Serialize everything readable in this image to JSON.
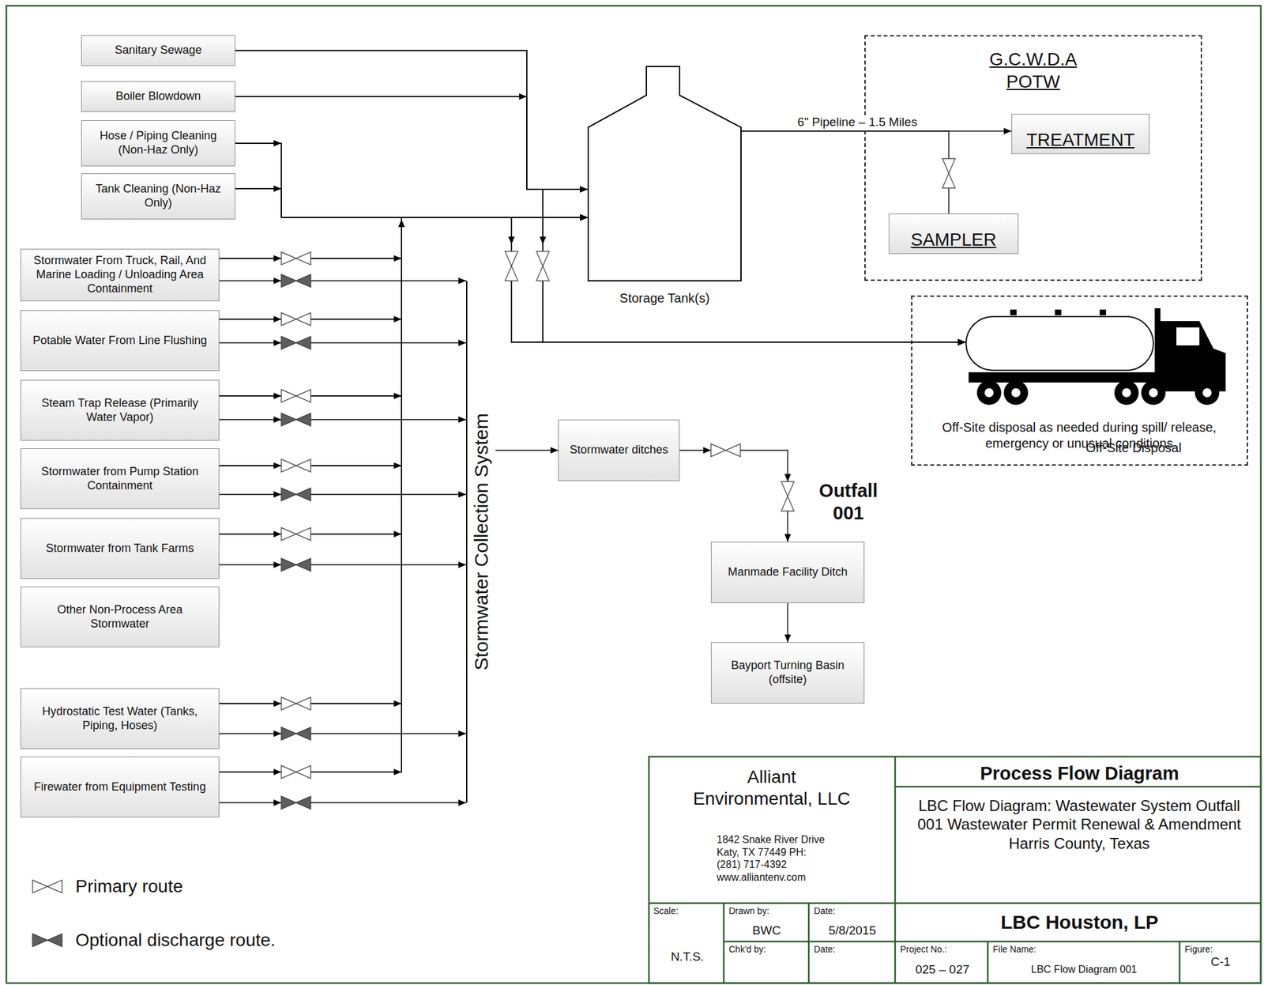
{
  "diagram": {
    "title": "Process Flow Diagram",
    "nodes": [
      {
        "text": [
          "Sanitary Sewage"
        ]
      },
      {
        "text": [
          "Boiler Blowdown"
        ]
      },
      {
        "text": [
          "Hose / Piping Cleaning (Non-Haz Only)"
        ]
      },
      {
        "text": [
          "Tank Cleaning (Non-Haz Only)"
        ]
      },
      {
        "text": [
          "Stormwater From Truck, Rail, And Marine Loading / Unloading Area Containment"
        ]
      },
      {
        "text": [
          "Potable Water From Line Flushing"
        ]
      },
      {
        "text": [
          "Steam Trap Release (Primarily Water Vapor)"
        ]
      },
      {
        "text": [
          "Stormwater from Pump Station Containment"
        ]
      },
      {
        "text": [
          "Stormwater from Tank Farms"
        ]
      },
      {
        "text": [
          "Other Non-Process Area Stormwater"
        ]
      },
      {
        "text": [
          "Hydrostatic Test Water (Tanks, Piping, Hoses)"
        ]
      },
      {
        "text": [
          "Firewater from Equipment Testing"
        ]
      },
      {
        "text": [
          "Storage Tank(s)"
        ]
      },
      {
        "text": [
          "G.C.W.D.A POTW"
        ]
      },
      {
        "text": [
          "TREATMENT"
        ],
        "in": 13
      },
      {
        "text": [
          "SAMPLER"
        ],
        "in": 13
      },
      {
        "text": [
          "Off-Site disposal as needed during spill/ release, emergency or unusual conditions"
        ]
      },
      {
        "text": [
          "Off-Site Disposal"
        ],
        "in": 16
      },
      {
        "text": [
          "Stormwater Collection System"
        ]
      },
      {
        "text": [
          "Stormwater ditches"
        ]
      },
      {
        "text": [
          "Manmade Facility Ditch"
        ]
      },
      {
        "text": [
          "Bayport Turning Basin (offsite)"
        ]
      }
    ],
    "edges": [
      {
        "from": 0,
        "to": 12,
        "arrow": "to"
      },
      {
        "from": 1,
        "to": 12,
        "arrow": "to"
      },
      {
        "from": 2,
        "to": 12,
        "arrow": "to"
      },
      {
        "from": 3,
        "to": 12,
        "arrow": "to"
      },
      {
        "from": 4,
        "to": 12,
        "arrow": "to"
      },
      {
        "from": 5,
        "to": 12,
        "arrow": "to"
      },
      {
        "from": 6,
        "to": 12,
        "arrow": "to"
      },
      {
        "from": 7,
        "to": 12,
        "arrow": "to"
      },
      {
        "from": 8,
        "to": 12,
        "arrow": "to"
      },
      {
        "from": 10,
        "to": 12,
        "arrow": "to"
      },
      {
        "from": 11,
        "to": 12,
        "arrow": "to"
      },
      {
        "from": 4,
        "to": 18,
        "arrow": "to"
      },
      {
        "from": 5,
        "to": 18,
        "arrow": "to"
      },
      {
        "from": 6,
        "to": 18,
        "arrow": "to"
      },
      {
        "from": 7,
        "to": 18,
        "arrow": "to"
      },
      {
        "from": 8,
        "to": 18,
        "arrow": "to"
      },
      {
        "from": 10,
        "to": 18,
        "arrow": "to"
      },
      {
        "from": 11,
        "to": 18,
        "arrow": "to"
      },
      {
        "from": 0,
        "to": 17,
        "arrow": "to"
      },
      {
        "from": 1,
        "to": 17,
        "arrow": "to"
      },
      {
        "from": 2,
        "to": 17,
        "arrow": "to"
      },
      {
        "from": 3,
        "to": 17,
        "arrow": "to"
      },
      {
        "from": 4,
        "to": 17,
        "arrow": "to"
      },
      {
        "from": 5,
        "to": 17,
        "arrow": "to"
      },
      {
        "from": 6,
        "to": 17,
        "arrow": "to"
      },
      {
        "from": 7,
        "to": 17,
        "arrow": "to"
      },
      {
        "from": 8,
        "to": 17,
        "arrow": "to"
      },
      {
        "from": 10,
        "to": 17,
        "arrow": "to"
      },
      {
        "from": 11,
        "to": 17,
        "arrow": "to"
      },
      {
        "from": 12,
        "to": 14,
        "label": "6\" Pipeline – 1.5 Miles",
        "arrow": "to"
      },
      {
        "from": 12,
        "to": 15,
        "arrow": "none"
      },
      {
        "from": 18,
        "to": 19,
        "arrow": "to"
      },
      {
        "from": 19,
        "to": 20,
        "arrow": "to"
      },
      {
        "from": 20,
        "to": 21,
        "arrow": "to"
      }
    ],
    "labels": [
      "Outfall 001",
      "Alliant Environmental, LLC",
      "1842 Snake River Drive Katy, TX 77449 PH: (281) 717-4392 www.alliantenv.com",
      "LBC Flow Diagram: Wastewater System Outfall 001 Wastewater Permit Renewal & Amendment Harris County, Texas",
      "LBC Houston, LP",
      "Scale:",
      "N.T.S.",
      "Drawn by:",
      "BWC",
      "Date:",
      "5/8/2015",
      "Chk'd by:",
      "Date:",
      "Project No.:",
      "025 – 027",
      "File Name:",
      "LBC Flow Diagram 001",
      "Figure:",
      "C-1"
    ],
    "legend": [
      {
        "text": "Primary route"
      },
      {
        "text": "Optional discharge route."
      }
    ]
  }
}
